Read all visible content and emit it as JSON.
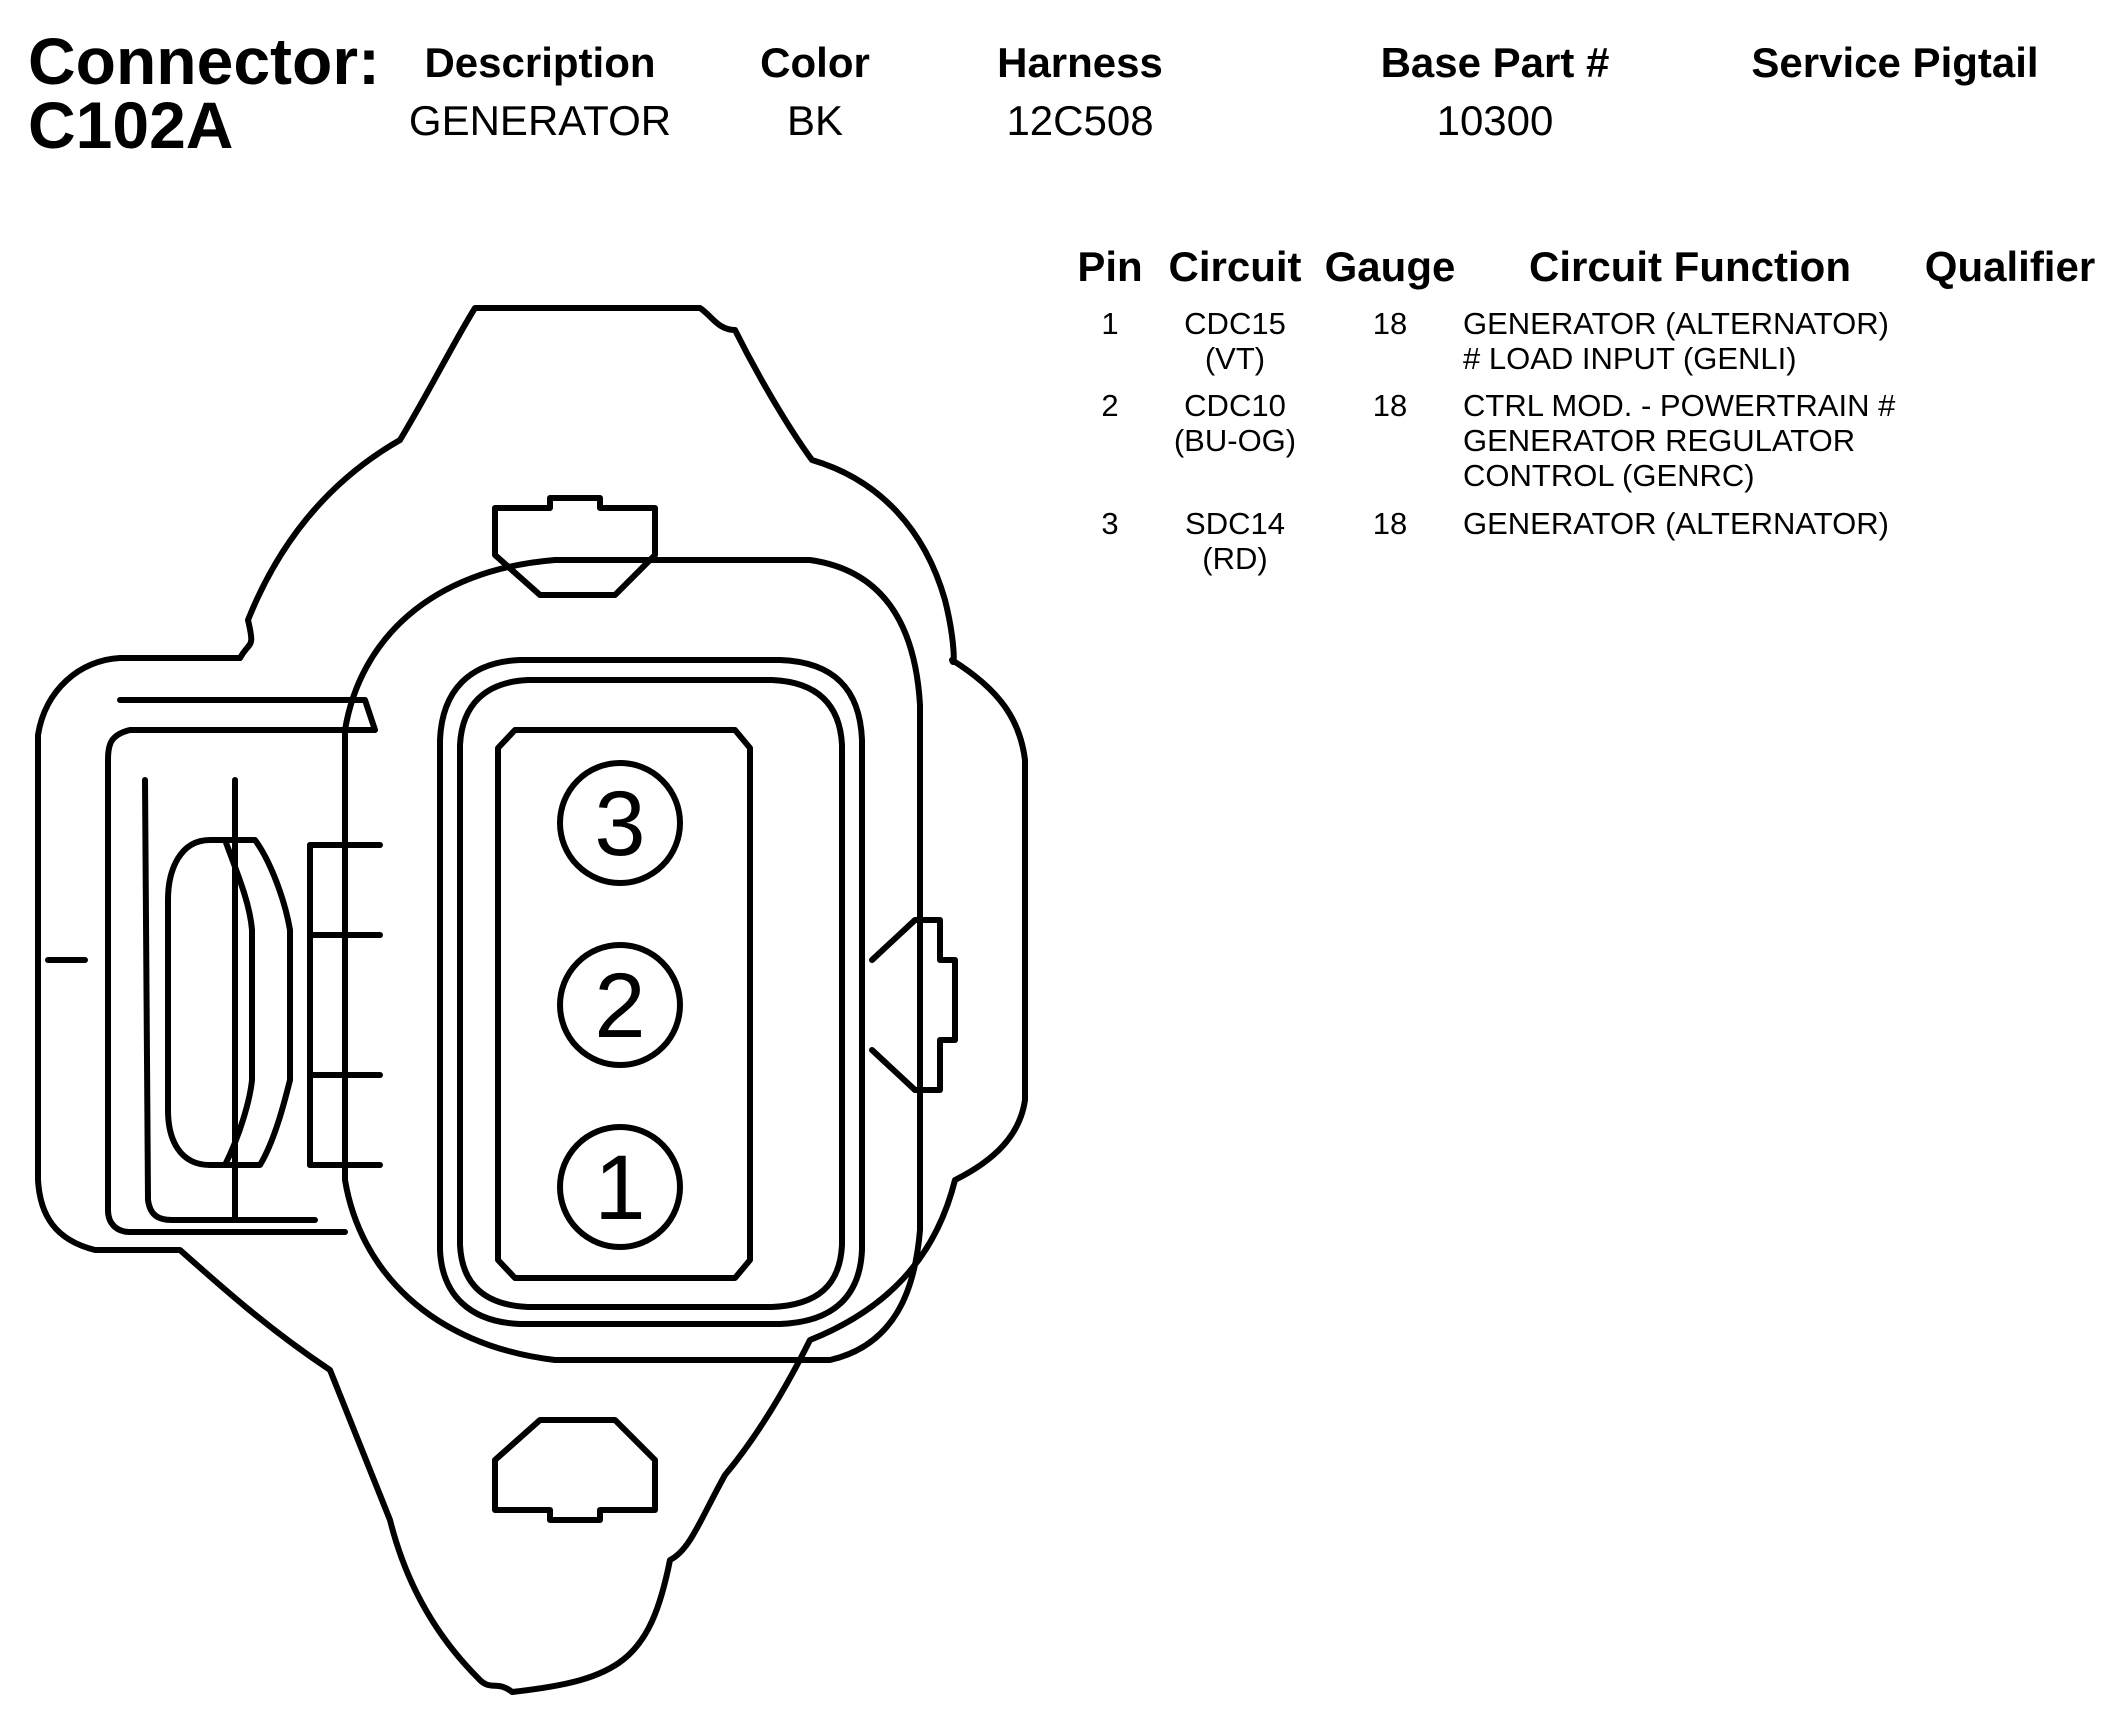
{
  "connector": {
    "label": "Connector:",
    "id": "C102A"
  },
  "header": {
    "description_label": "Description",
    "description_value": "GENERATOR",
    "color_label": "Color",
    "color_value": "BK",
    "harness_label": "Harness",
    "harness_value": "12C508",
    "base_part_label": "Base Part #",
    "base_part_value": "10300",
    "service_pigtail_label": "Service Pigtail",
    "service_pigtail_value": ""
  },
  "pin_table": {
    "columns": [
      "Pin",
      "Circuit",
      "Gauge",
      "Circuit Function",
      "Qualifier"
    ],
    "rows": [
      {
        "pin": "1",
        "circuit": [
          "CDC15",
          "(VT)"
        ],
        "gauge": "18",
        "function": [
          "GENERATOR (ALTERNATOR)",
          "# LOAD INPUT (GENLI)"
        ],
        "qualifier": ""
      },
      {
        "pin": "2",
        "circuit": [
          "CDC10",
          "(BU-OG)"
        ],
        "gauge": "18",
        "function": [
          "CTRL MOD. - POWERTRAIN #",
          "GENERATOR REGULATOR",
          "CONTROL (GENRC)"
        ],
        "qualifier": ""
      },
      {
        "pin": "3",
        "circuit": [
          "SDC14",
          "(RD)"
        ],
        "gauge": "18",
        "function": [
          "GENERATOR (ALTERNATOR)"
        ],
        "qualifier": ""
      }
    ]
  },
  "diagram": {
    "pins": [
      "3",
      "2",
      "1"
    ]
  }
}
